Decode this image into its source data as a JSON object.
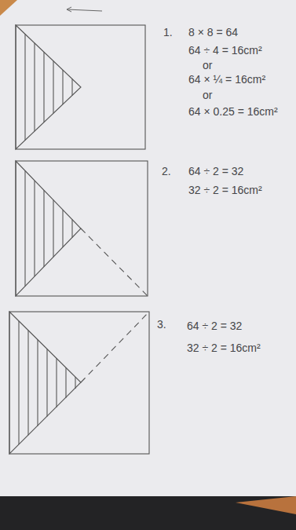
{
  "diagram": {
    "labels": [
      "1.",
      "8 × 8 = 64",
      "64 ÷ 4 = 16cm²",
      "or",
      "64 × ¼ = 16cm²",
      "or",
      "64 × 0.25 = 16cm²",
      "2.",
      "64 ÷ 2 = 32",
      "32 ÷ 2 = 16cm²",
      "3.",
      "64 ÷ 2 = 32",
      "32 ÷ 2 = 16cm²"
    ]
  }
}
